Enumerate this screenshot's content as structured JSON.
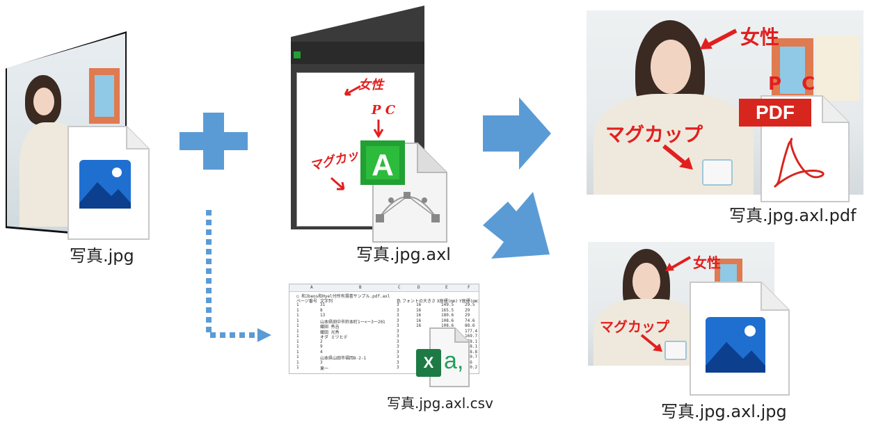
{
  "captions": {
    "source_jpg": "写真.jpg",
    "axl_file": "写真.jpg.axl",
    "csv_file": "写真.jpg.axl.csv",
    "pdf_output": "写真.jpg.axl.pdf",
    "jpg_output": "写真.jpg.axl.jpg"
  },
  "annotations": {
    "woman": "女性",
    "pc": "P C",
    "mug": "マグカップ"
  },
  "badges": {
    "pdf": "PDF",
    "axl_letter": "A",
    "excel_x": "X",
    "excel_a": "a,"
  },
  "colors": {
    "arrow_blue": "#5b9bd5",
    "annotation_red": "#e21f1f",
    "axl_green": "#22a033",
    "pdf_red": "#d7261e",
    "excel_green": "#1e7a45"
  },
  "spreadsheet": {
    "columns": [
      "A",
      "B",
      "C",
      "D",
      "E",
      "F"
    ],
    "header_row": [
      "ページ番号",
      "文字列",
      "色",
      "フォントの大きさ",
      "X座標(mm)",
      "Y座標(mm)"
    ],
    "title_row": "○ 和Jbeos和Hyel付所有損書サンプル.pdf.axl",
    "rows": [
      [
        "1",
        "31",
        "3",
        "16",
        "149.5",
        "29.5"
      ],
      [
        "1",
        "8",
        "3",
        "16",
        "165.5",
        "29"
      ],
      [
        "1",
        "13",
        "3",
        "16",
        "180.6",
        "29"
      ],
      [
        "1",
        "山本県田中市鈴本町1ー<ー3ー201",
        "3",
        "16",
        "108.6",
        "74.6"
      ],
      [
        "1",
        "織田 秀吉",
        "3",
        "16",
        "108.6",
        "88.6"
      ],
      [
        "1",
        "織田 光秀",
        "3",
        "",
        "",
        "177.4"
      ],
      [
        "1",
        "オダ ミツヒデ",
        "3",
        "",
        "",
        "169.7"
      ],
      [
        "1",
        "2",
        "3",
        "",
        "",
        "178.1"
      ],
      [
        "1",
        "9",
        "3",
        "",
        "",
        "178.1"
      ],
      [
        "1",
        "4",
        "3",
        "",
        "",
        "178.8"
      ],
      [
        "1",
        "山本県山田市福岡8-2-1",
        "3",
        "",
        "",
        "200.7"
      ],
      [
        "1",
        "3",
        "3",
        "",
        "",
        "206"
      ],
      [
        "1",
        "東一",
        "3",
        "",
        "",
        "200.2"
      ]
    ]
  }
}
